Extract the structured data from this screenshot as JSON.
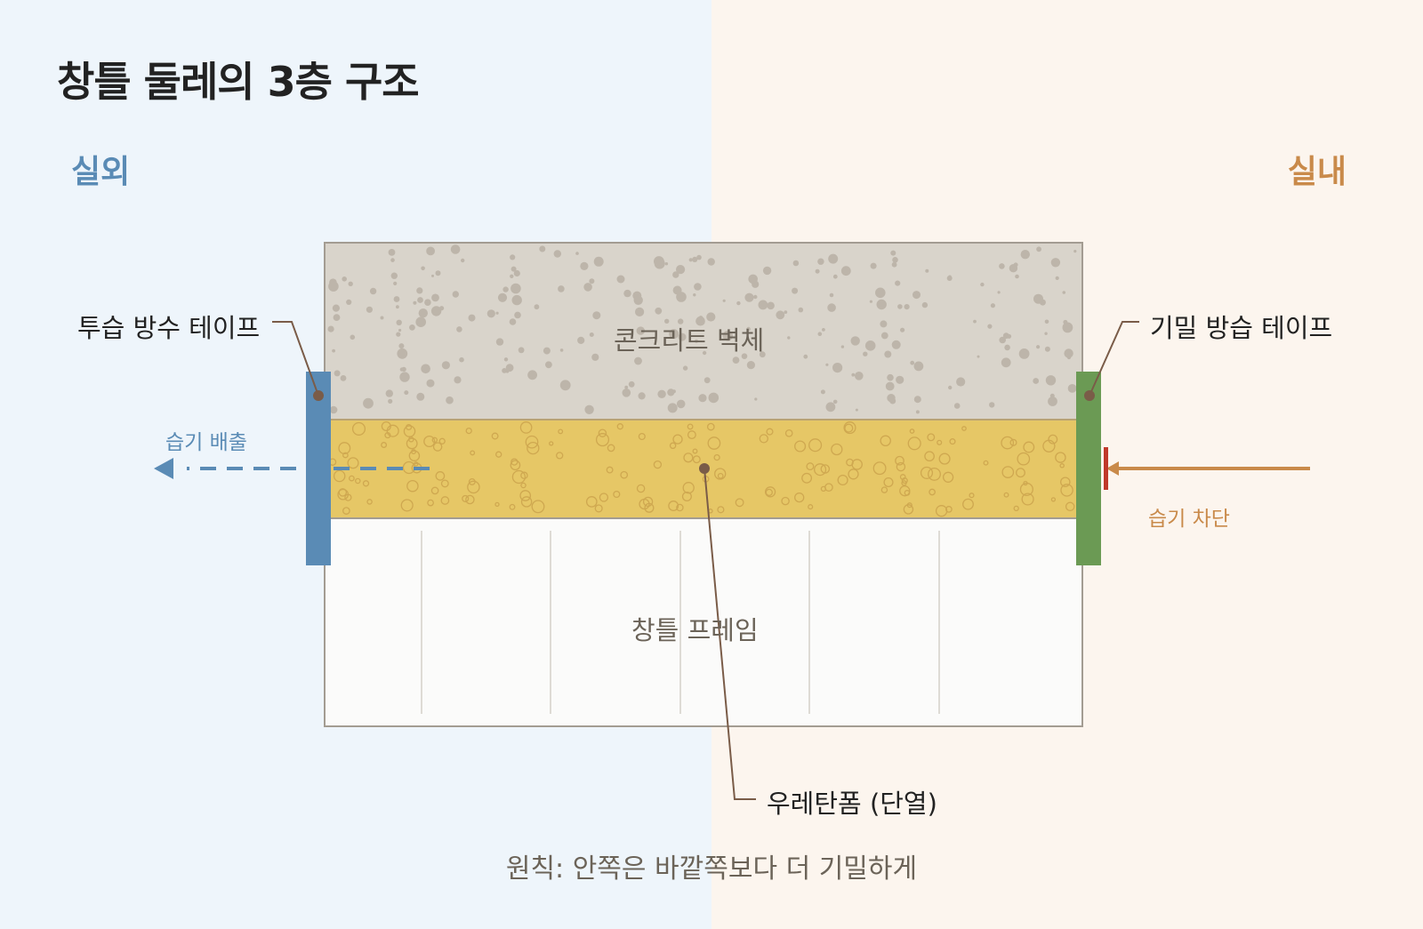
{
  "title": "창틀 둘레의 3층 구조",
  "side_labels": {
    "outside": "실외",
    "inside": "실내"
  },
  "layers": {
    "concrete": "콘크리트 벽체",
    "frame": "창틀 프레임",
    "foam": "우레탄폼 (단열)"
  },
  "tapes": {
    "outside": "투습 방수 테이프",
    "inside": "기밀 방습 테이프"
  },
  "arrows": {
    "vapor_out": "습기 배출",
    "vapor_block": "습기 차단"
  },
  "principle": "원칙: 안쪽은 바깥쪽보다 더 기밀하게",
  "colors": {
    "outside_bg": "#eef5fb",
    "inside_bg": "#fcf5ee",
    "concrete": "#d9d4cb",
    "foam": "#e6c766",
    "outside_tape": "#5a8bb5",
    "inside_tape": "#6b9a54",
    "block_marker": "#c0392b",
    "inside_accent": "#c98a4a"
  }
}
